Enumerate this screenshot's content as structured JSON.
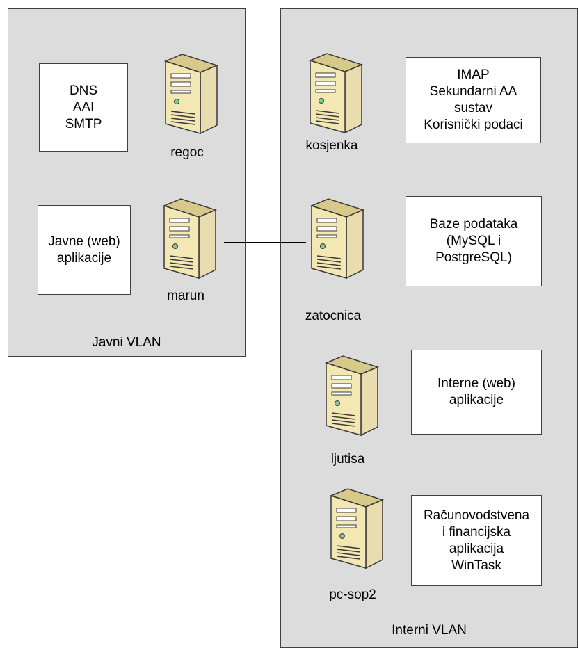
{
  "vlans": {
    "public": {
      "label": "Javni VLAN"
    },
    "internal": {
      "label": "Interni VLAN"
    }
  },
  "servers": {
    "regoc": {
      "label": "regoc",
      "icon": "server-icon"
    },
    "marun": {
      "label": "marun",
      "icon": "server-icon"
    },
    "kosjenka": {
      "label": "kosjenka",
      "icon": "server-icon"
    },
    "zatocnica": {
      "label": "zatocnica",
      "icon": "server-icon"
    },
    "ljutisa": {
      "label": "ljutisa",
      "icon": "server-icon"
    },
    "pcsop2": {
      "label": "pc-sop2",
      "icon": "server-icon"
    }
  },
  "service_boxes": {
    "regoc": [
      "DNS",
      "AAI",
      "SMTP"
    ],
    "marun": [
      "Javne (web)",
      "aplikacije"
    ],
    "kosjenka": [
      "IMAP",
      "Sekundarni AA",
      "sustav",
      "Korisnički podaci"
    ],
    "zatocnica": [
      "Baze podataka",
      "(MySQL i",
      "PostgreSQL)"
    ],
    "ljutisa": [
      "Interne (web)",
      "aplikacije"
    ],
    "pcsop2": [
      "Računovodstvena",
      "i financijska",
      "aplikacija",
      "WinTask"
    ]
  },
  "colors": {
    "vlan_background": "#dcdcdc",
    "box_background": "#ffffff",
    "server_body": "#f3e7b4",
    "border": "#404040"
  }
}
